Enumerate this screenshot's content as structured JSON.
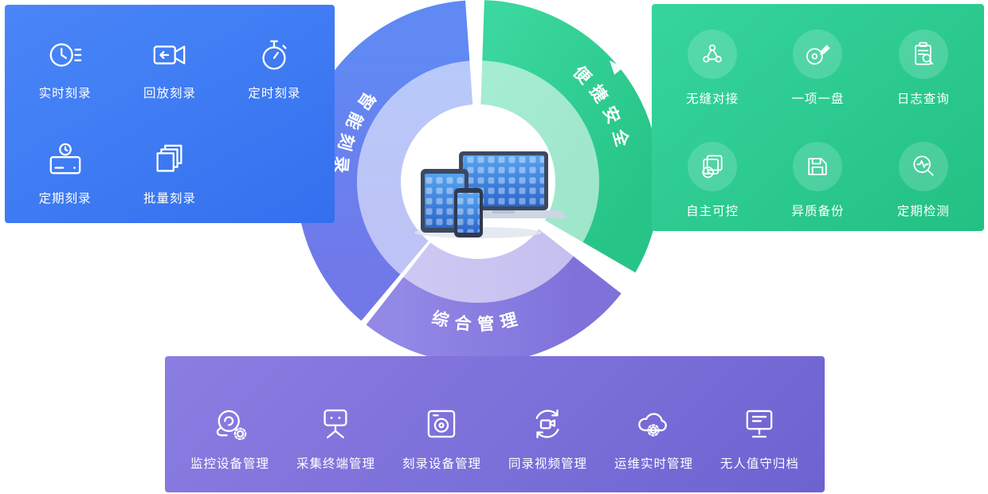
{
  "diagram": {
    "ring": {
      "segments": [
        {
          "id": "smart-recording",
          "label": "智能刻录",
          "color": "#6a7fee"
        },
        {
          "id": "convenient-safety",
          "label": "便捷安全",
          "color": "#2ed096"
        },
        {
          "id": "integrated-management",
          "label": "综合管理",
          "color": "#8d82e3"
        }
      ],
      "arrow_icon": "rotation-arrow-icon",
      "center_icon": "devices-illustration"
    },
    "panels": {
      "smart_recording": {
        "color": "#3e7cf6",
        "items": [
          {
            "label": "实时刻录",
            "icon": "realtime-record-icon"
          },
          {
            "label": "回放刻录",
            "icon": "playback-record-icon"
          },
          {
            "label": "定时刻录",
            "icon": "timed-record-icon"
          },
          {
            "label": "定期刻录",
            "icon": "periodic-record-icon"
          },
          {
            "label": "批量刻录",
            "icon": "batch-record-icon"
          }
        ]
      },
      "convenient_safety": {
        "color": "#2fcb8e",
        "items": [
          {
            "label": "无缝对接",
            "icon": "seamless-connect-icon"
          },
          {
            "label": "一项一盘",
            "icon": "one-item-one-disc-icon"
          },
          {
            "label": "日志查询",
            "icon": "log-query-icon"
          },
          {
            "label": "自主可控",
            "icon": "self-controllable-icon"
          },
          {
            "label": "异质备份",
            "icon": "heterogeneous-backup-icon"
          },
          {
            "label": "定期检测",
            "icon": "periodic-check-icon"
          }
        ]
      },
      "integrated_management": {
        "color": "#7b70d9",
        "items": [
          {
            "label": "监控设备管理",
            "icon": "monitor-device-icon"
          },
          {
            "label": "采集终端管理",
            "icon": "collection-terminal-icon"
          },
          {
            "label": "刻录设备管理",
            "icon": "record-device-icon"
          },
          {
            "label": "同录视频管理",
            "icon": "sync-video-icon"
          },
          {
            "label": "运维实时管理",
            "icon": "ops-realtime-icon"
          },
          {
            "label": "无人值守归档",
            "icon": "unattended-archive-icon"
          }
        ]
      }
    }
  }
}
